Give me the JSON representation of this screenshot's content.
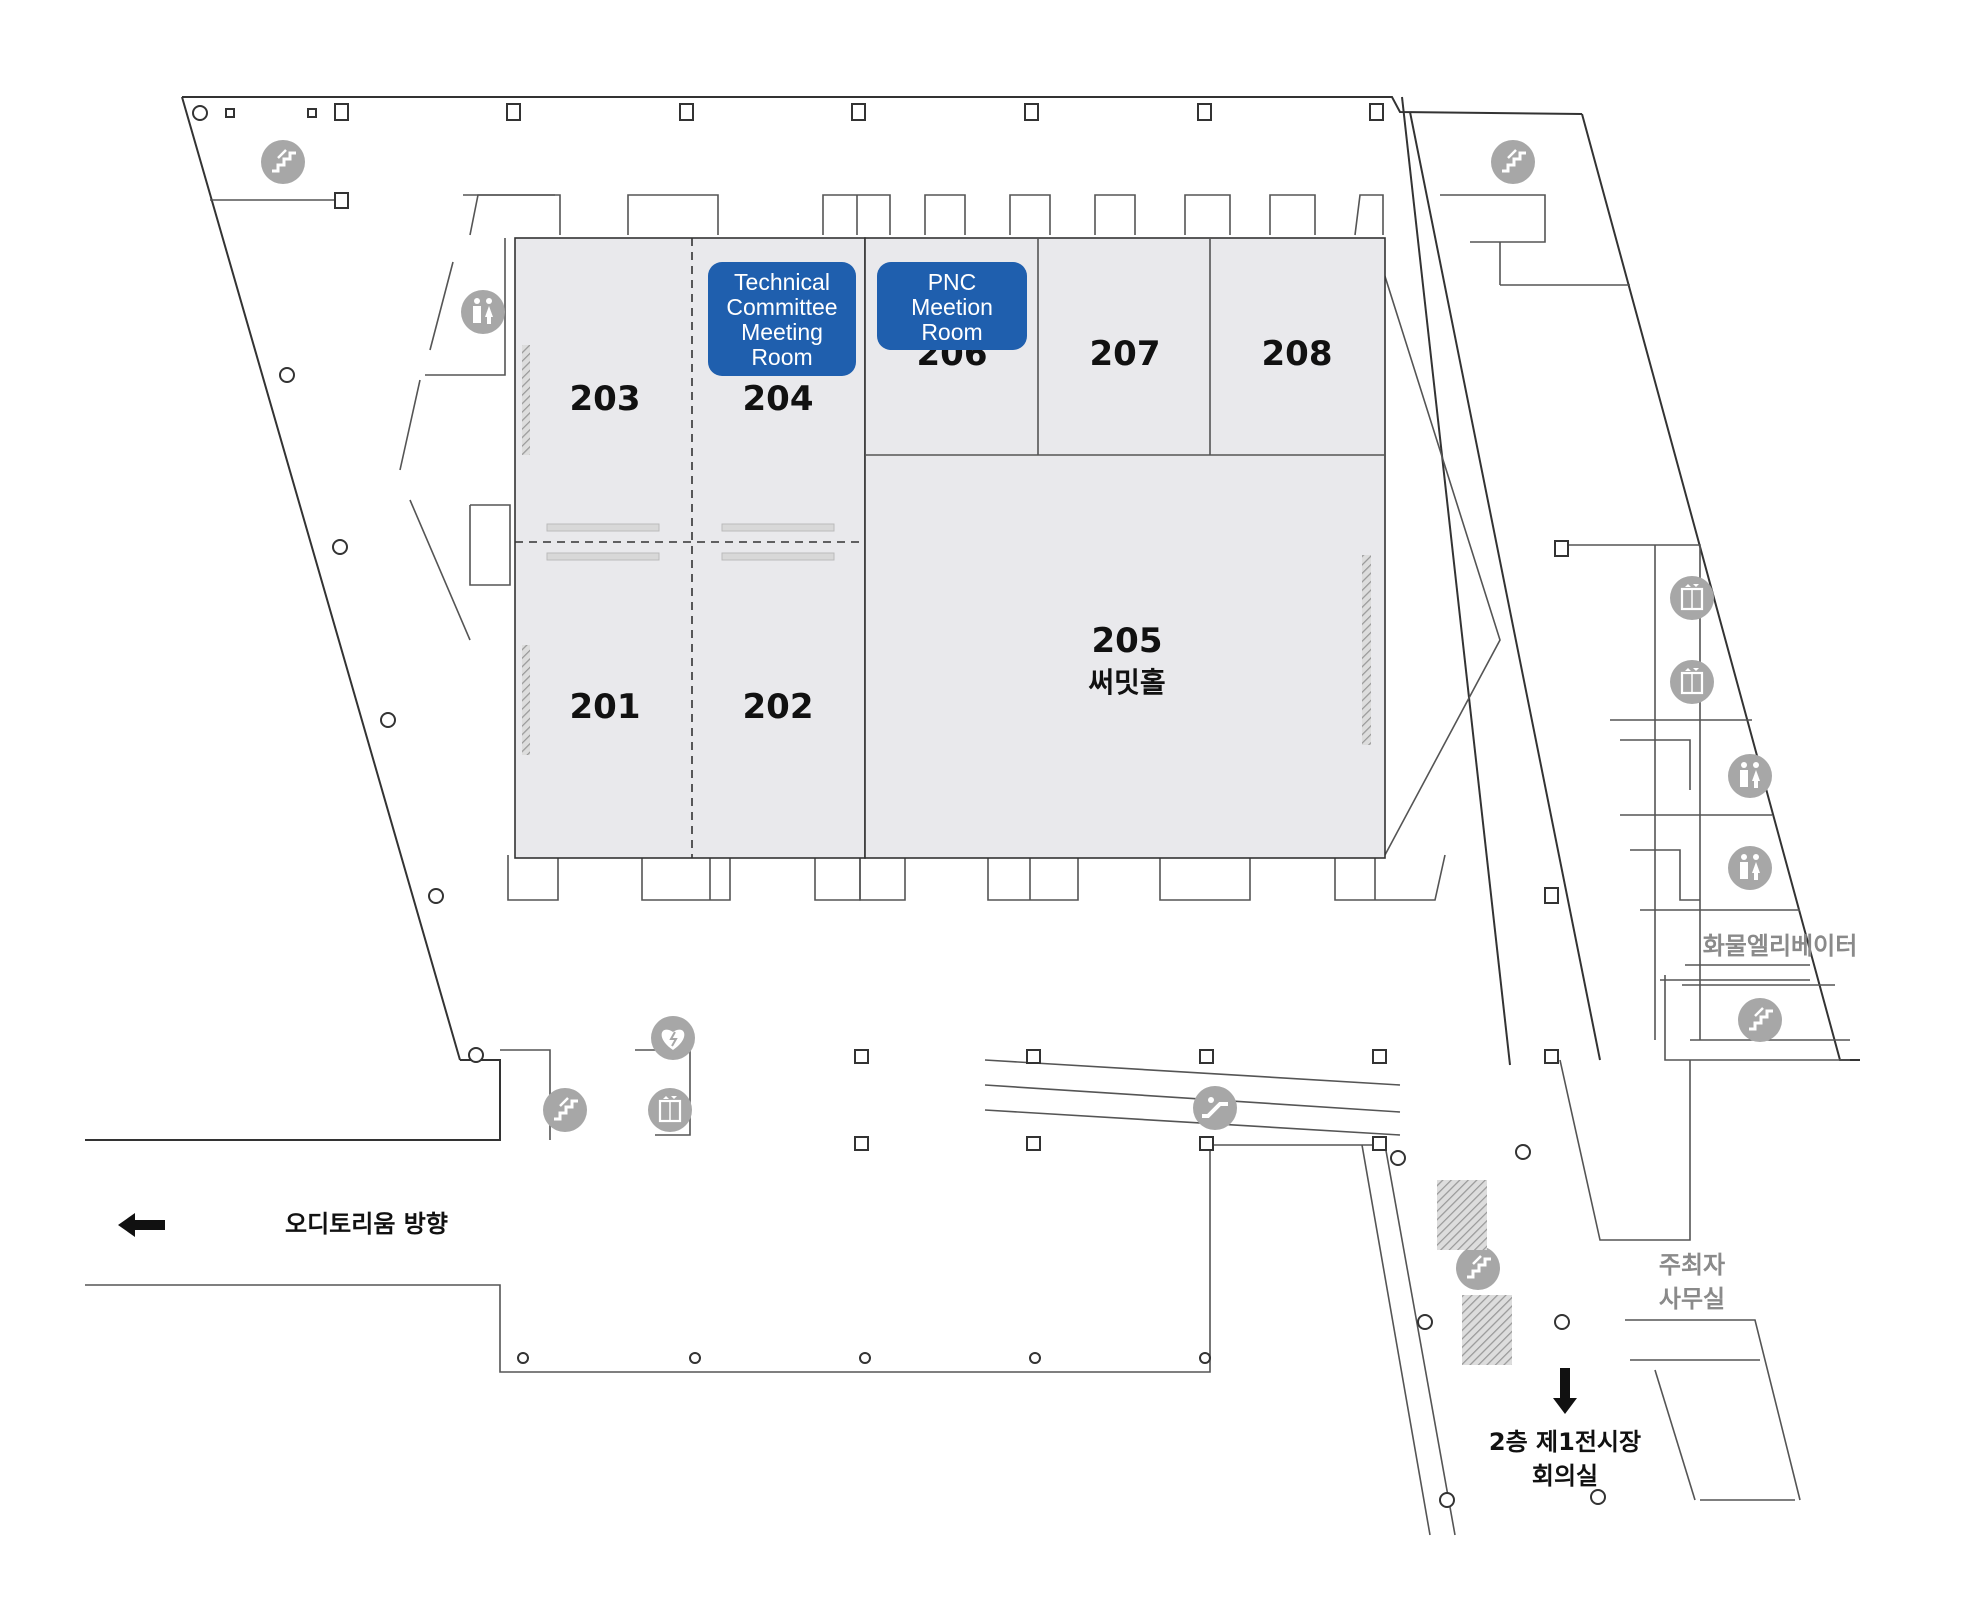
{
  "rooms": {
    "r201": "201",
    "r202": "202",
    "r203": "203",
    "r204": "204",
    "r205": "205",
    "r205_name": "써밋홀",
    "r206": "206",
    "r207": "207",
    "r208": "208"
  },
  "tags": {
    "technical": [
      "Technical",
      "Committee",
      "Meeting",
      "Room"
    ],
    "pnc": [
      "PNC",
      "Meetion",
      "Room"
    ],
    "color": "#1f5fae"
  },
  "labels": {
    "freight_elevator": "화물엘리베이터",
    "organizer_office_line1": "주최자",
    "organizer_office_line2": "사무실",
    "auditorium_direction": "오디토리움 방향",
    "floor2_line1": "2층 제1전시장",
    "floor2_line2": "회의실"
  },
  "icons": {
    "stairs": "stairs-icon",
    "restroom": "restroom-icon",
    "elevator": "elevator-icon",
    "escalator": "escalator-icon",
    "aed": "aed-icon",
    "arrow_left": "arrow-left-icon",
    "arrow_down": "arrow-down-icon"
  },
  "colors": {
    "room_fill": "#e9e9ec",
    "icon_grey": "#a7a7a7",
    "tag_blue": "#1f5fae"
  }
}
